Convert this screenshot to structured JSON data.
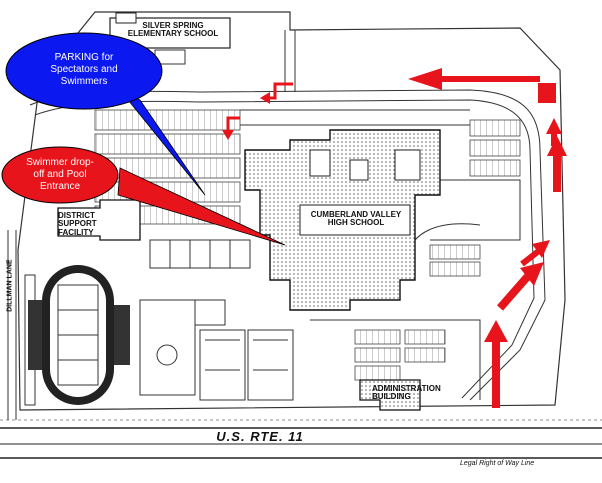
{
  "callouts": {
    "parking": {
      "line1": "PARKING for",
      "line2": "Spectators and",
      "line3": "Swimmers",
      "color": "#0b18f0"
    },
    "dropoff": {
      "line1": "Swimmer drop-",
      "line2": "off and Pool",
      "line3": "Entrance",
      "color": "#e8141b"
    }
  },
  "labels": {
    "elementary_school": {
      "line1": "SILVER SPRING",
      "line2": "ELEMENTARY SCHOOL"
    },
    "district_support": {
      "line1": "DISTRICT",
      "line2": "SUPPORT",
      "line3": "FACILITY"
    },
    "high_school": {
      "line1": "CUMBERLAND VALLEY",
      "line2": "HIGH SCHOOL"
    },
    "administration": {
      "line1": "ADMINISTRATION",
      "line2": "BUILDING"
    },
    "road": "U.S. RTE. 11",
    "lane": "DILLMAN LANE",
    "right_of_way": "Legal Right of Way Line"
  },
  "colors": {
    "arrow": "#e8141b",
    "lines": "#333333"
  }
}
